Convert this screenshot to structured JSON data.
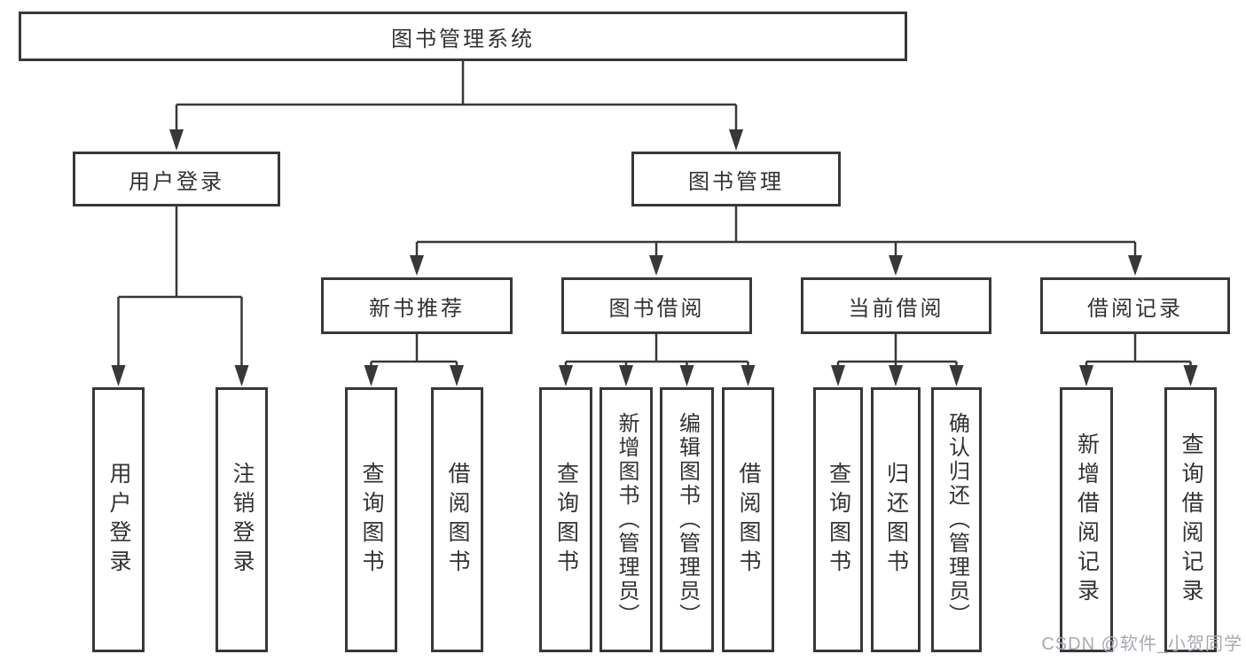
{
  "title": "图书管理系统",
  "user_branch": {
    "label": "用户登录",
    "children": [
      "用户登录",
      "注销登录"
    ]
  },
  "management_branch": {
    "label": "图书管理",
    "modules": [
      {
        "label": "新书推荐",
        "children": [
          "查询图书",
          "借阅图书"
        ]
      },
      {
        "label": "图书借阅",
        "children": [
          "查询图书",
          "新增图书（管理员）",
          "编辑图书（管理员）",
          "借阅图书"
        ]
      },
      {
        "label": "当前借阅",
        "children": [
          "查询图书",
          "归还图书",
          "确认归还（管理员）"
        ]
      },
      {
        "label": "借阅记录",
        "children": [
          "新增借阅记录",
          "查询借阅记录"
        ]
      }
    ]
  },
  "watermark": "CSDN @软件_小贺同学",
  "colors": {
    "line": "#383838",
    "text": "#333333",
    "watermark": "#a9a9b2",
    "background": "#ffffff"
  }
}
